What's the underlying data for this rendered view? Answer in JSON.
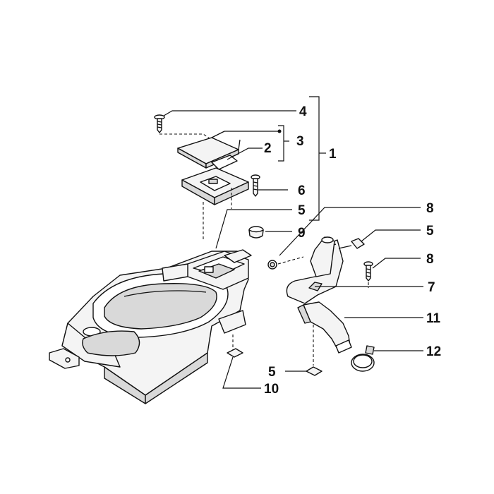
{
  "callouts": [
    {
      "id": "c1",
      "text": "1"
    },
    {
      "id": "c2",
      "text": "2"
    },
    {
      "id": "c3",
      "text": "3"
    },
    {
      "id": "c4",
      "text": "4"
    },
    {
      "id": "c5a",
      "text": "5"
    },
    {
      "id": "c5b",
      "text": "5"
    },
    {
      "id": "c5c",
      "text": "5"
    },
    {
      "id": "c6",
      "text": "6"
    },
    {
      "id": "c7",
      "text": "7"
    },
    {
      "id": "c8a",
      "text": "8"
    },
    {
      "id": "c8b",
      "text": "8"
    },
    {
      "id": "c9",
      "text": "9"
    },
    {
      "id": "c10",
      "text": "10"
    },
    {
      "id": "c11",
      "text": "11"
    },
    {
      "id": "c12",
      "text": "12"
    }
  ]
}
